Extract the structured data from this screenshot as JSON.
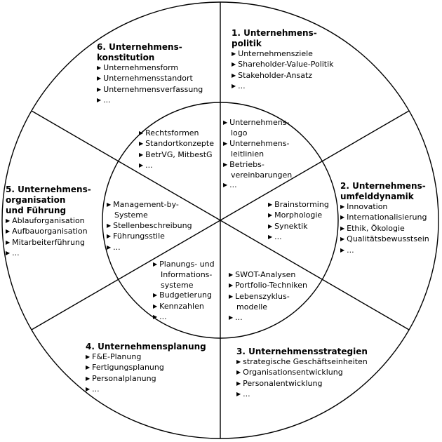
{
  "outer": [
    {
      "title": [
        "1. Unternehmens-",
        "politik"
      ],
      "items": [
        [
          "Unternehmensziele"
        ],
        [
          "Shareholder-Value-Politik"
        ],
        [
          "Stakeholder-Ansatz"
        ],
        [
          "..."
        ]
      ]
    },
    {
      "title": [
        "2. Unternehmens-",
        "umfelddynamik"
      ],
      "items": [
        [
          "Innovation"
        ],
        [
          "Internationalisierung"
        ],
        [
          "Ethik, Ökologie"
        ],
        [
          "Qualitätsbewusstsein"
        ],
        [
          "..."
        ]
      ]
    },
    {
      "title": [
        "3. Unternehmensstrategien"
      ],
      "items": [
        [
          "strategische Geschäftseinheiten"
        ],
        [
          "Organisationsentwicklung"
        ],
        [
          "Personalentwicklung"
        ],
        [
          "..."
        ]
      ]
    },
    {
      "title": [
        "4. Unternehmensplanung"
      ],
      "items": [
        [
          "F&E-Planung"
        ],
        [
          "Fertigungsplanung"
        ],
        [
          "Personalplanung"
        ],
        [
          "..."
        ]
      ]
    },
    {
      "title": [
        "5. Unternehmens-",
        "organisation",
        "und Führung"
      ],
      "items": [
        [
          "Ablauforganisation"
        ],
        [
          "Aufbauorganisation"
        ],
        [
          "Mitarbeiterführung"
        ],
        [
          "..."
        ]
      ]
    },
    {
      "title": [
        "6. Unternehmens-",
        "konstitution"
      ],
      "items": [
        [
          "Unternehmensform"
        ],
        [
          "Unternehmensstandort"
        ],
        [
          "Unternehmensverfassung"
        ],
        [
          "..."
        ]
      ]
    }
  ],
  "inner": [
    {
      "items": [
        [
          "Unternehmens-",
          "logo"
        ],
        [
          "Unternehmens-",
          "leitlinien"
        ],
        [
          "Betriebs-",
          "vereinbarungen"
        ],
        [
          "..."
        ]
      ]
    },
    {
      "items": [
        [
          "Brainstorming"
        ],
        [
          "Morphologie"
        ],
        [
          "Synektik"
        ],
        [
          "..."
        ]
      ]
    },
    {
      "items": [
        [
          "SWOT-Analysen"
        ],
        [
          "Portfolio-Techniken"
        ],
        [
          "Lebenszyklus-",
          "modelle"
        ],
        [
          "..."
        ]
      ]
    },
    {
      "items": [
        [
          "Planungs- und",
          "Informations-",
          "systeme"
        ],
        [
          "Budgetierung"
        ],
        [
          "Kennzahlen"
        ],
        [
          "..."
        ]
      ]
    },
    {
      "items": [
        [
          "Management-by-",
          "Systeme"
        ],
        [
          "Stellenbeschreibung"
        ],
        [
          "Führungsstile"
        ],
        [
          "..."
        ]
      ]
    },
    {
      "items": [
        [
          "Rechtsformen"
        ],
        [
          "Standortkonzepte"
        ],
        [
          "BetrVG, MitbestG"
        ],
        [
          "..."
        ]
      ]
    }
  ]
}
